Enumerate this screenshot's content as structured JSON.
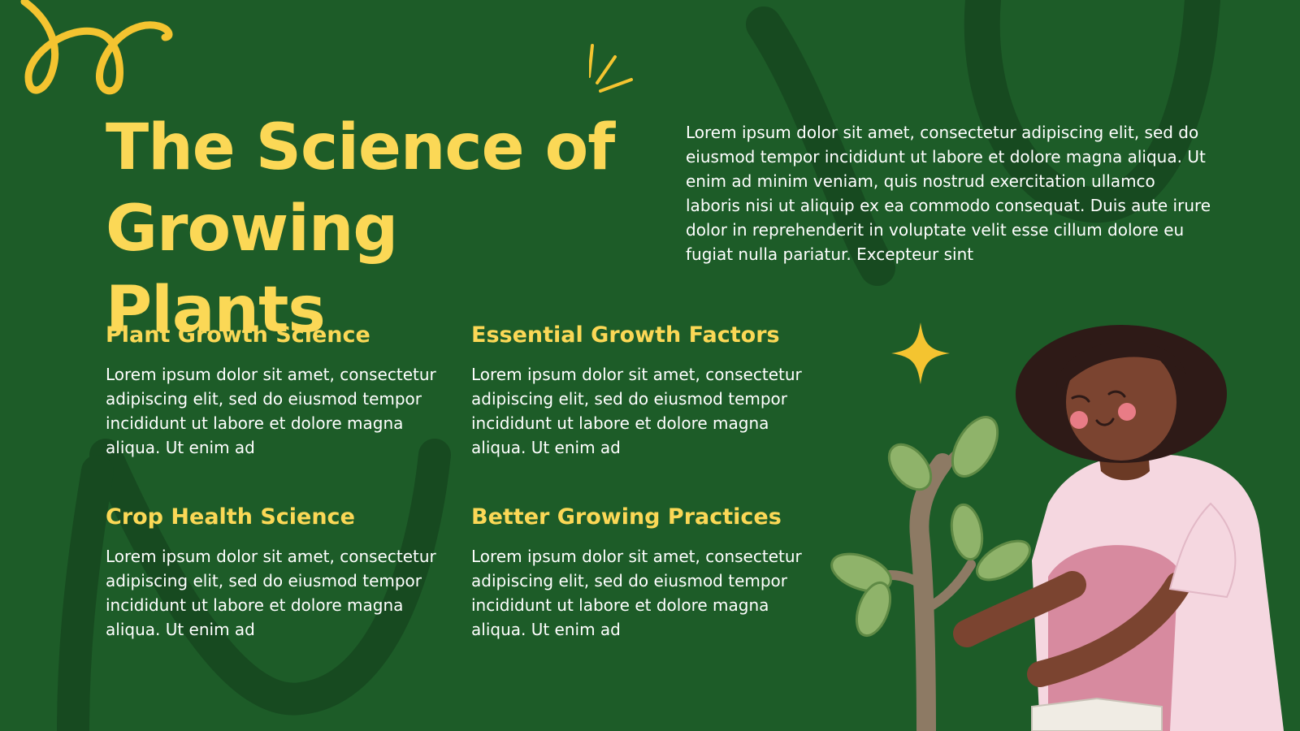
{
  "slide": {
    "title": "The Science of Growing Plants",
    "intro": "Lorem ipsum dolor sit amet, consectetur adipiscing elit, sed do eiusmod tempor incididunt ut labore et dolore magna aliqua. Ut enim ad minim veniam, quis nostrud exercitation ullamco laboris nisi ut aliquip ex ea commodo consequat. Duis aute irure dolor in reprehenderit in voluptate velit esse cillum dolore eu fugiat nulla pariatur. Excepteur sint",
    "cards": [
      {
        "heading": "Plant Growth Science",
        "body": "Lorem ipsum dolor sit amet, consectetur adipiscing elit, sed do eiusmod tempor incididunt ut labore et dolore magna aliqua. Ut enim ad"
      },
      {
        "heading": "Essential Growth Factors",
        "body": "Lorem ipsum dolor sit amet, consectetur adipiscing elit, sed do eiusmod tempor incididunt ut labore et dolore magna aliqua. Ut enim ad"
      },
      {
        "heading": "Crop Health Science",
        "body": "Lorem ipsum dolor sit amet, consectetur adipiscing elit, sed do eiusmod tempor incididunt ut labore et dolore magna aliqua. Ut enim ad"
      },
      {
        "heading": "Better Growing Practices",
        "body": "Lorem ipsum dolor sit amet, consectetur adipiscing elit, sed do eiusmod tempor incididunt ut labore et dolore magna aliqua. Ut enim ad"
      }
    ]
  },
  "colors": {
    "background": "#1d5c28",
    "accent_yellow": "#fbd856",
    "text_white": "#ffffff",
    "deco_dark_green": "#174a20"
  },
  "icons": [
    "squiggle-decoration-icon",
    "rays-decoration-icon",
    "sparkle-star-icon",
    "girl-planting-sapling-illustration"
  ]
}
